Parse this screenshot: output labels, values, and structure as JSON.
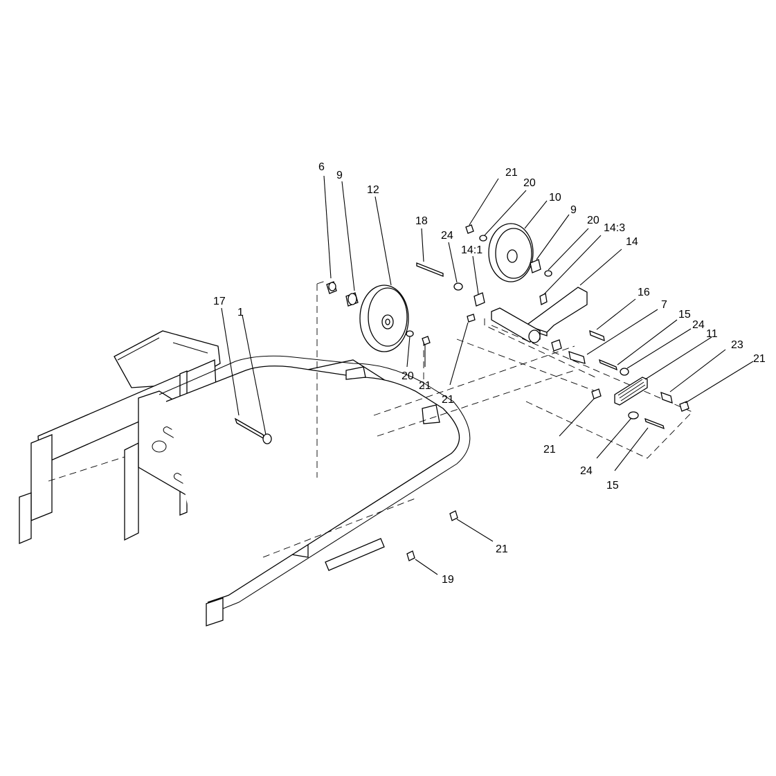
{
  "diagram": {
    "callouts": [
      {
        "id": "c-6",
        "label": "6"
      },
      {
        "id": "c-9a",
        "label": "9"
      },
      {
        "id": "c-12",
        "label": "12"
      },
      {
        "id": "c-20a",
        "label": "20"
      },
      {
        "id": "c-21a",
        "label": "21"
      },
      {
        "id": "c-17",
        "label": "17"
      },
      {
        "id": "c-1",
        "label": "1"
      },
      {
        "id": "c-18",
        "label": "18"
      },
      {
        "id": "c-24a",
        "label": "24"
      },
      {
        "id": "c-14-1",
        "label": "14:1"
      },
      {
        "id": "c-21b",
        "label": "21"
      },
      {
        "id": "c-21c",
        "label": "21"
      },
      {
        "id": "c-20b",
        "label": "20"
      },
      {
        "id": "c-10",
        "label": "10"
      },
      {
        "id": "c-9b",
        "label": "9"
      },
      {
        "id": "c-20c",
        "label": "20"
      },
      {
        "id": "c-14-3",
        "label": "14:3"
      },
      {
        "id": "c-14",
        "label": "14"
      },
      {
        "id": "c-16",
        "label": "16"
      },
      {
        "id": "c-7",
        "label": "7"
      },
      {
        "id": "c-15a",
        "label": "15"
      },
      {
        "id": "c-24b",
        "label": "24"
      },
      {
        "id": "c-11",
        "label": "11"
      },
      {
        "id": "c-23",
        "label": "23"
      },
      {
        "id": "c-21d",
        "label": "21"
      },
      {
        "id": "c-21e",
        "label": "21"
      },
      {
        "id": "c-24c",
        "label": "24"
      },
      {
        "id": "c-15b",
        "label": "15"
      },
      {
        "id": "c-21f",
        "label": "21"
      },
      {
        "id": "c-19",
        "label": "19"
      }
    ]
  }
}
